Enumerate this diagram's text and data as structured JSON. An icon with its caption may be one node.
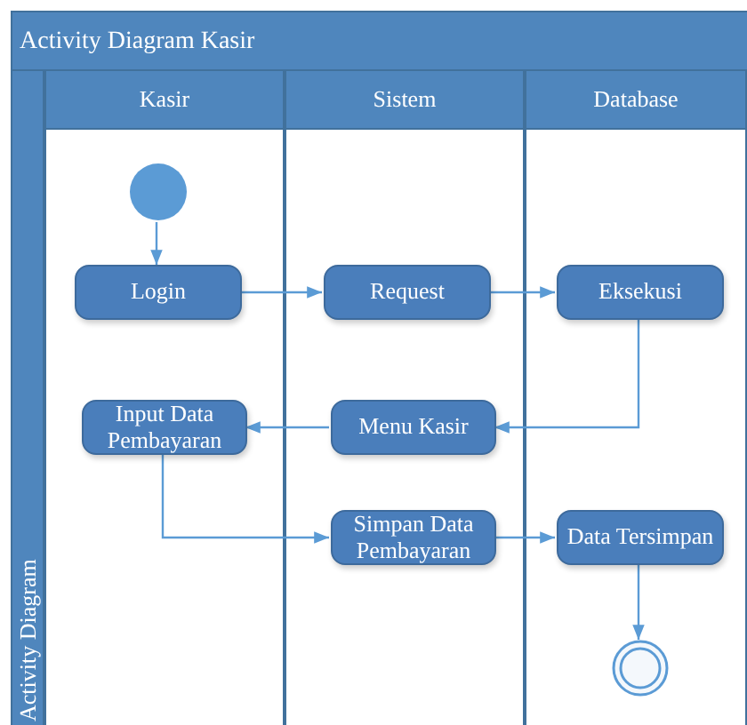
{
  "diagram": {
    "nodes": [
      {
        "text": [
          "Activity Diagram Kasir"
        ]
      },
      {
        "text": [
          "Activity Diagram"
        ],
        "in": 0
      },
      {
        "text": [
          "Kasir"
        ],
        "in": 0
      },
      {
        "text": [
          "Sistem"
        ],
        "in": 0
      },
      {
        "text": [
          "Database"
        ],
        "in": 0
      },
      {
        "text": [],
        "shape": "circle",
        "in": 2
      },
      {
        "text": [
          "Login"
        ],
        "in": 2
      },
      {
        "text": [
          "Request"
        ],
        "in": 3
      },
      {
        "text": [
          "Eksekusi"
        ],
        "in": 4
      },
      {
        "text": [
          "Input Data Pembayaran"
        ],
        "in": 2
      },
      {
        "text": [
          "Menu Kasir"
        ],
        "in": 3
      },
      {
        "text": [
          "Simpan Data Pembayaran"
        ],
        "in": 3
      },
      {
        "text": [
          "Data Tersimpan"
        ],
        "in": 4
      },
      {
        "text": [],
        "shape": "bullseye",
        "in": 4
      }
    ],
    "edges": [
      {
        "from": 5,
        "to": 6,
        "arrow": "to"
      },
      {
        "from": 6,
        "to": 7,
        "arrow": "to"
      },
      {
        "from": 7,
        "to": 8,
        "arrow": "to"
      },
      {
        "from": 8,
        "to": 10,
        "arrow": "to"
      },
      {
        "from": 10,
        "to": 9,
        "arrow": "to"
      },
      {
        "from": 9,
        "to": 11,
        "arrow": "to"
      },
      {
        "from": 11,
        "to": 12,
        "arrow": "to"
      },
      {
        "from": 12,
        "to": 13,
        "arrow": "to"
      }
    ]
  }
}
